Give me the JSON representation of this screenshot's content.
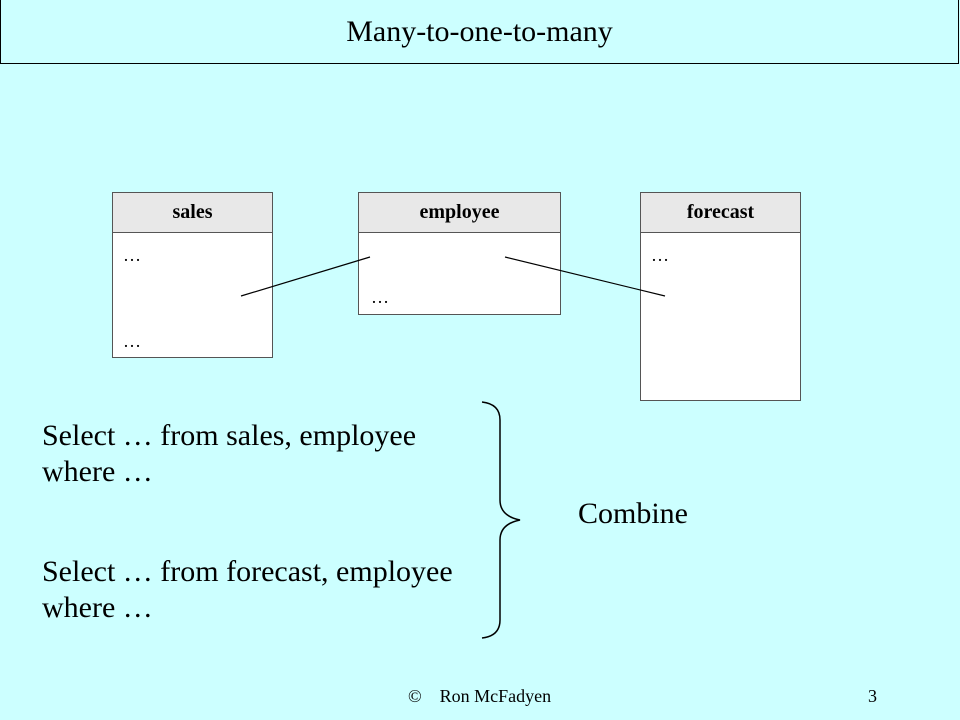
{
  "title": "Many-to-one-to-many",
  "tables": {
    "sales": {
      "name": "sales",
      "rows": [
        "…",
        "…"
      ]
    },
    "employee": {
      "name": "employee",
      "rows": [
        "…"
      ]
    },
    "forecast": {
      "name": "forecast",
      "rows": [
        "…"
      ]
    }
  },
  "queries": {
    "q1": {
      "line1": "Select … from sales, employee",
      "line2": "where …"
    },
    "q2": {
      "line1": "Select … from forecast, employee",
      "line2": "where …"
    }
  },
  "combine_label": "Combine",
  "footer": {
    "credit": "©    Ron McFadyen",
    "page": "3"
  }
}
